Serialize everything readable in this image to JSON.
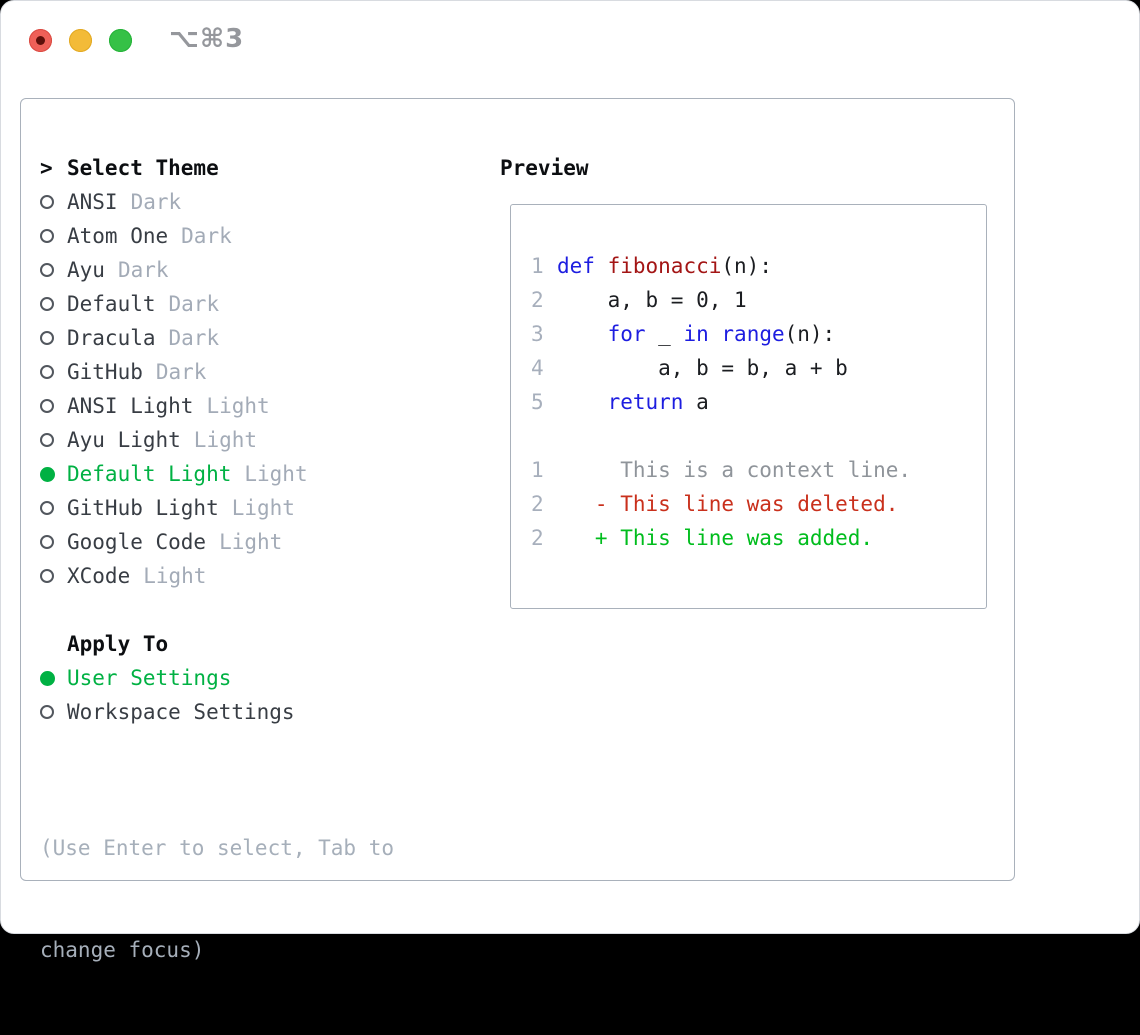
{
  "window": {
    "shortcut": "⌥⌘3"
  },
  "left": {
    "header_prefix": ">",
    "header": "Select Theme",
    "themes": [
      {
        "name": "ANSI",
        "variant": "Dark",
        "selected": false
      },
      {
        "name": "Atom One",
        "variant": "Dark",
        "selected": false
      },
      {
        "name": "Ayu",
        "variant": "Dark",
        "selected": false
      },
      {
        "name": "Default",
        "variant": "Dark",
        "selected": false
      },
      {
        "name": "Dracula",
        "variant": "Dark",
        "selected": false
      },
      {
        "name": "GitHub",
        "variant": "Dark",
        "selected": false
      },
      {
        "name": "ANSI Light",
        "variant": "Light",
        "selected": false
      },
      {
        "name": "Ayu Light",
        "variant": "Light",
        "selected": false
      },
      {
        "name": "Default Light",
        "variant": "Light",
        "selected": true
      },
      {
        "name": "GitHub Light",
        "variant": "Light",
        "selected": false
      },
      {
        "name": "Google Code",
        "variant": "Light",
        "selected": false
      },
      {
        "name": "XCode",
        "variant": "Light",
        "selected": false
      }
    ],
    "apply_header": "Apply To",
    "apply_options": [
      {
        "label": "User Settings",
        "selected": true
      },
      {
        "label": "Workspace Settings",
        "selected": false
      }
    ],
    "help_lines": [
      "(Use Enter to select, Tab to",
      "change focus)"
    ]
  },
  "preview": {
    "title": "Preview",
    "code": [
      {
        "num": "1",
        "tokens": [
          {
            "c": "kw",
            "t": "def"
          },
          {
            "c": "pl",
            "t": " "
          },
          {
            "c": "fn",
            "t": "fibonacci"
          },
          {
            "c": "pl",
            "t": "(n):"
          }
        ]
      },
      {
        "num": "2",
        "tokens": [
          {
            "c": "pl",
            "t": "    a, b = 0, 1"
          }
        ]
      },
      {
        "num": "3",
        "tokens": [
          {
            "c": "pl",
            "t": "    "
          },
          {
            "c": "kw",
            "t": "for"
          },
          {
            "c": "pl",
            "t": " _ "
          },
          {
            "c": "kw",
            "t": "in"
          },
          {
            "c": "pl",
            "t": " "
          },
          {
            "c": "kw",
            "t": "range"
          },
          {
            "c": "pl",
            "t": "(n):"
          }
        ]
      },
      {
        "num": "4",
        "tokens": [
          {
            "c": "pl",
            "t": "        a, b = b, a + b"
          }
        ]
      },
      {
        "num": "5",
        "tokens": [
          {
            "c": "pl",
            "t": "    "
          },
          {
            "c": "kw",
            "t": "return"
          },
          {
            "c": "pl",
            "t": " a"
          }
        ]
      }
    ],
    "diff": [
      {
        "num": "1",
        "kind": "ctx",
        "t": "     This is a context line."
      },
      {
        "num": "2",
        "kind": "del",
        "t": "   - This line was deleted."
      },
      {
        "num": "2",
        "kind": "add",
        "t": "   + This line was added."
      }
    ]
  },
  "colors": {
    "accent_green": "#00b143",
    "diff_added_green": "#00bd1d",
    "diff_deleted_red": "#c9301c",
    "keyword_blue": "#1d1de0",
    "function_red": "#a31515",
    "context_gray": "#8f949a",
    "line_number_gray": "#a7afbc",
    "muted_gray": "#a3abb7",
    "border_gray": "#a9b1bb",
    "traffic_red": "#ee6058",
    "traffic_yellow": "#f3bb38",
    "traffic_green": "#35c146"
  }
}
